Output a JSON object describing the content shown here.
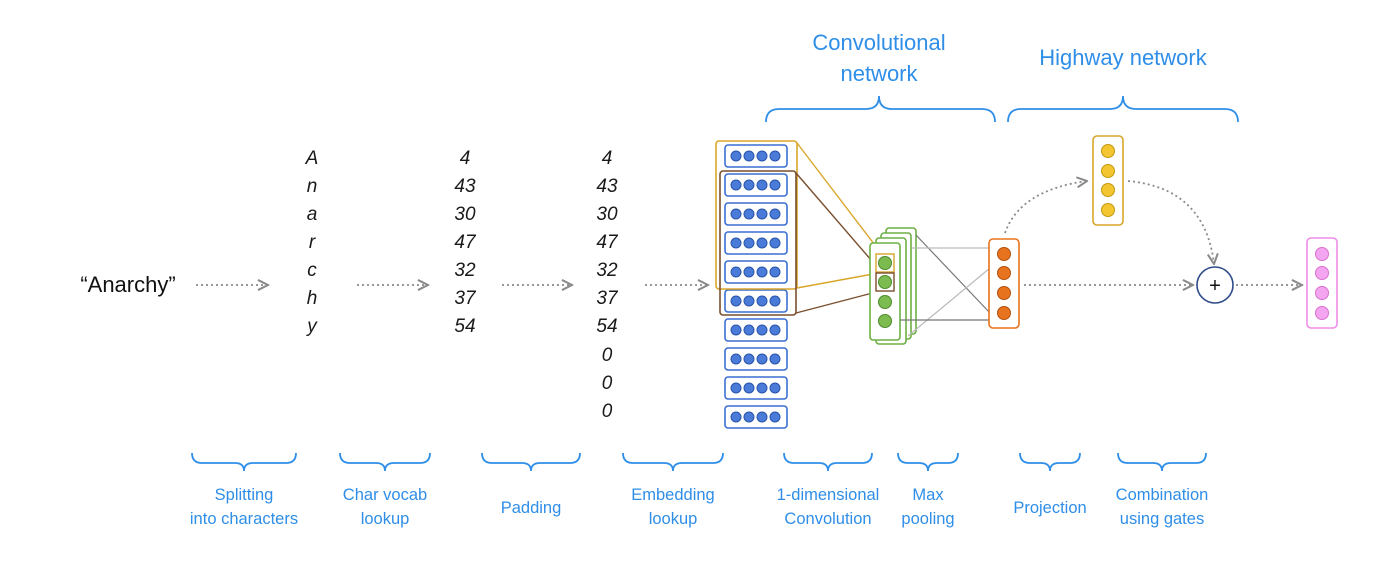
{
  "input_word": "“Anarchy”",
  "characters": [
    "A",
    "n",
    "a",
    "r",
    "c",
    "h",
    "y"
  ],
  "char_ids": [
    "4",
    "43",
    "30",
    "47",
    "32",
    "37",
    "54"
  ],
  "padded_ids": [
    "4",
    "43",
    "30",
    "47",
    "32",
    "37",
    "54",
    "0",
    "0",
    "0"
  ],
  "section_titles": {
    "convolutional": [
      "Convolutional",
      "network"
    ],
    "highway": [
      "Highway network"
    ]
  },
  "steps": [
    {
      "lines": [
        "Splitting",
        "into characters"
      ]
    },
    {
      "lines": [
        "Char vocab",
        "lookup"
      ]
    },
    {
      "lines": [
        "Padding"
      ]
    },
    {
      "lines": [
        "Embedding",
        "lookup"
      ]
    },
    {
      "lines": [
        "1-dimensional",
        "Convolution"
      ]
    },
    {
      "lines": [
        "Max",
        "pooling"
      ]
    },
    {
      "lines": [
        "Projection"
      ]
    },
    {
      "lines": [
        "Combination",
        "using gates"
      ]
    }
  ],
  "combine_symbol": "+",
  "colors": {
    "accent_blue": "#2f8ee8",
    "embedding_blue": "#3b6fd4",
    "conv_green": "#6cb043",
    "projection_orange": "#e8731e",
    "gate_yellow": "#f2c531",
    "output_pink": "#f08ce8",
    "arrow_gray": "#8a8a8a"
  }
}
